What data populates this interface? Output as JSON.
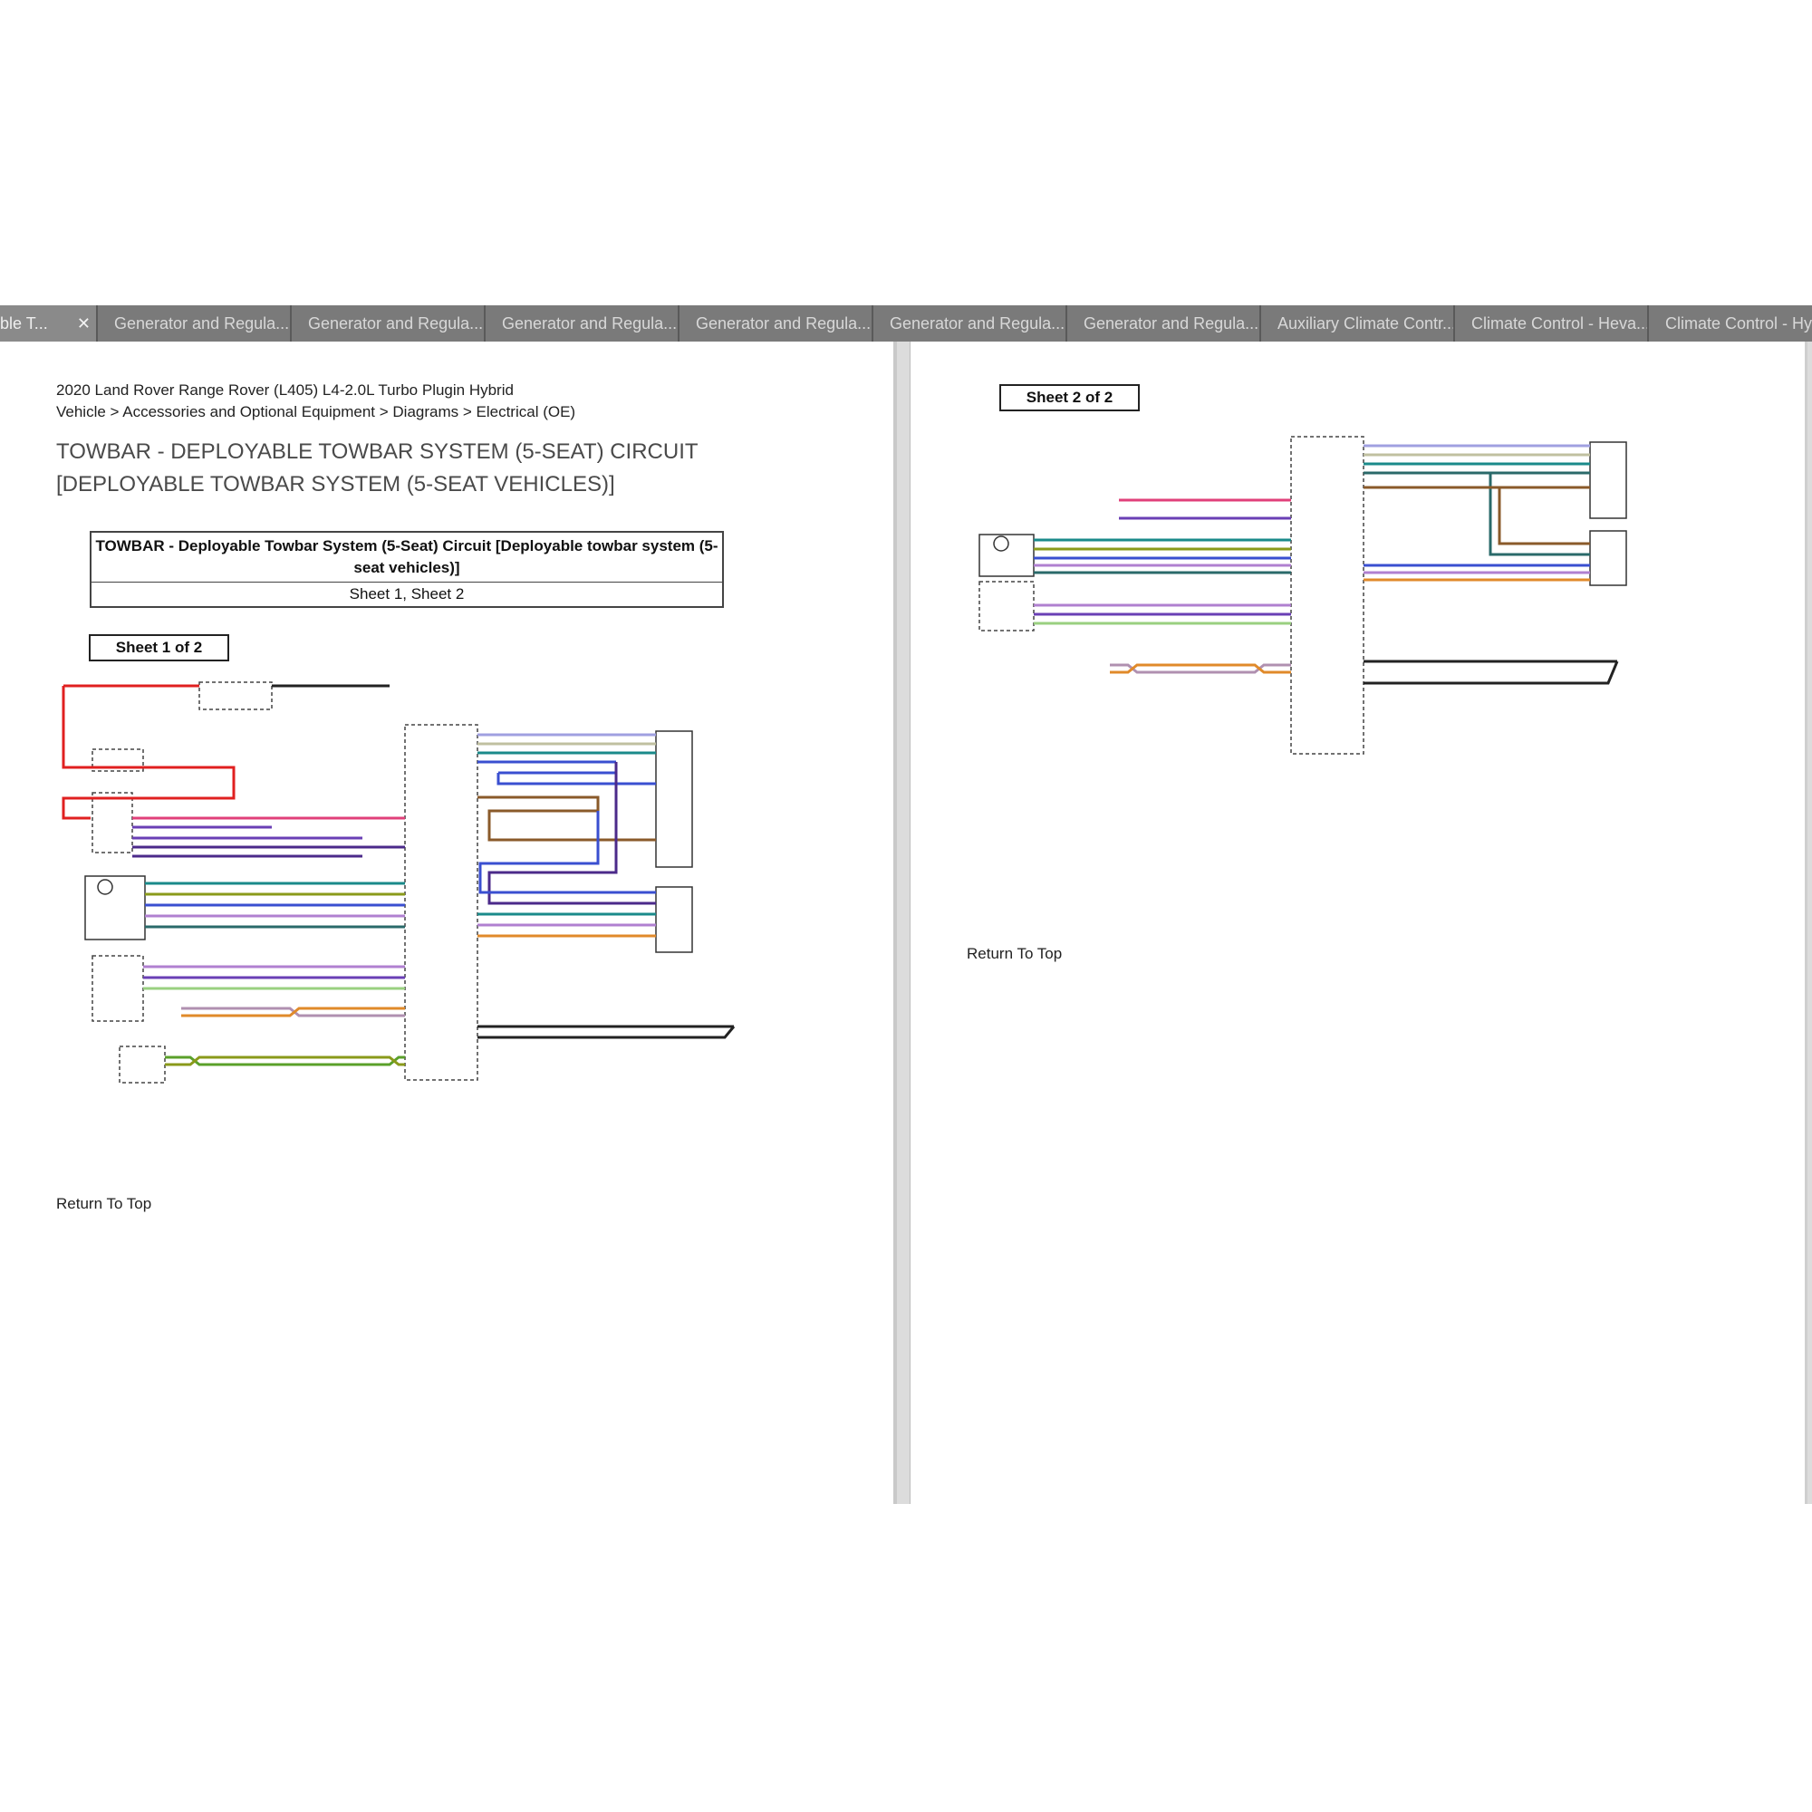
{
  "tabs": [
    {
      "label": "ble T...",
      "active": true,
      "closable": true
    },
    {
      "label": "Generator and Regula...",
      "active": false
    },
    {
      "label": "Generator and Regula...",
      "active": false
    },
    {
      "label": "Generator and Regula...",
      "active": false
    },
    {
      "label": "Generator and Regula...",
      "active": false
    },
    {
      "label": "Generator and Regula...",
      "active": false
    },
    {
      "label": "Generator and Regula...",
      "active": false
    },
    {
      "label": "Auxiliary Climate Contr...",
      "active": false
    },
    {
      "label": "Climate Control - Heva...",
      "active": false
    },
    {
      "label": "Climate Control - Hyb",
      "active": false
    }
  ],
  "close_glyph": "✕",
  "left_page": {
    "vehicle": "2020 Land Rover Range Rover (L405) L4-2.0L Turbo Plugin Hybrid",
    "breadcrumb": "Vehicle > Accessories and Optional Equipment > Diagrams > Electrical (OE)",
    "title": "TOWBAR - DEPLOYABLE TOWBAR SYSTEM (5-SEAT) CIRCUIT [DEPLOYABLE TOWBAR SYSTEM (5-SEAT VEHICLES)]",
    "table_header": "TOWBAR - Deployable Towbar System (5-Seat) Circuit [Deployable towbar system (5-seat vehicles)]",
    "table_row": "Sheet 1, Sheet 2",
    "sheet_label": "Sheet 1 of 2",
    "return_link": "Return To Top"
  },
  "right_page": {
    "sheet_label": "Sheet 2 of 2",
    "return_link": "Return To Top"
  },
  "wire_colors": {
    "red": "#e02020",
    "pink": "#e0407a",
    "purple": "#6a3fb5",
    "dark_purple": "#4b2a8a",
    "blue": "#3a4fd0",
    "teal": "#1a8a8a",
    "green": "#5aa02a",
    "olive": "#8a9a1a",
    "brown": "#8a5a2a",
    "orange": "#e08a2a",
    "violet": "#b080d0",
    "light_green": "#9ad080",
    "dark_teal": "#2a6a6a",
    "black": "#222222"
  }
}
